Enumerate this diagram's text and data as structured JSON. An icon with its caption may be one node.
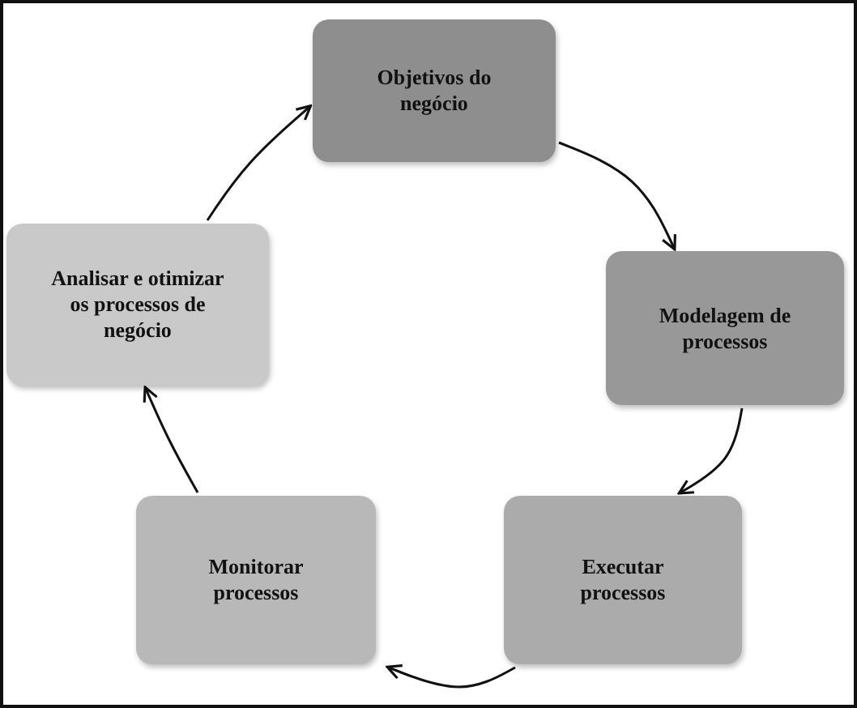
{
  "diagram": {
    "nodes": [
      {
        "text": [
          "Objetivos do negócio"
        ]
      },
      {
        "text": [
          "Modelagem de processos"
        ]
      },
      {
        "text": [
          "Executar processos"
        ]
      },
      {
        "text": [
          "Monitorar processos"
        ]
      },
      {
        "text": [
          "Analisar e otimizar os processos de negócio"
        ]
      }
    ],
    "edges": [
      {
        "from": 0,
        "to": 1,
        "arrow": "to"
      },
      {
        "from": 1,
        "to": 2,
        "arrow": "to"
      },
      {
        "from": 2,
        "to": 3,
        "arrow": "to"
      },
      {
        "from": 3,
        "to": 4,
        "arrow": "to"
      },
      {
        "from": 4,
        "to": 0,
        "arrow": "to"
      }
    ]
  }
}
